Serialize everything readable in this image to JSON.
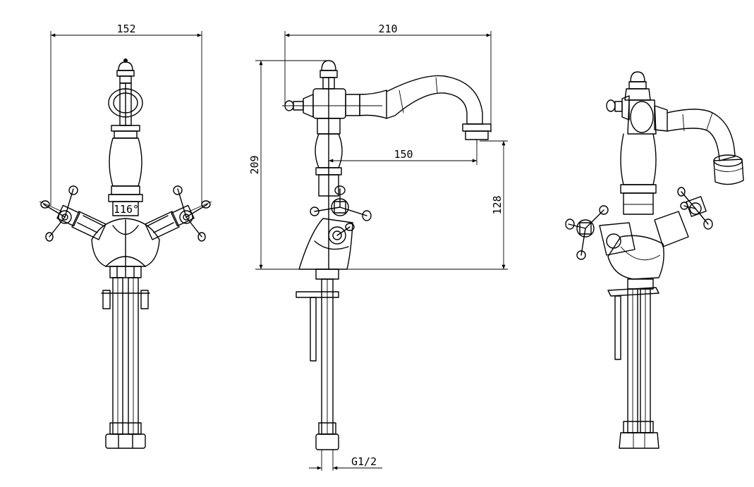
{
  "dimensions": {
    "width_front": "152",
    "angle_handles": "116°",
    "length_total": "210",
    "height_total": "209",
    "reach_spout": "150",
    "height_spout": "128",
    "thread_size": "G1/2"
  }
}
